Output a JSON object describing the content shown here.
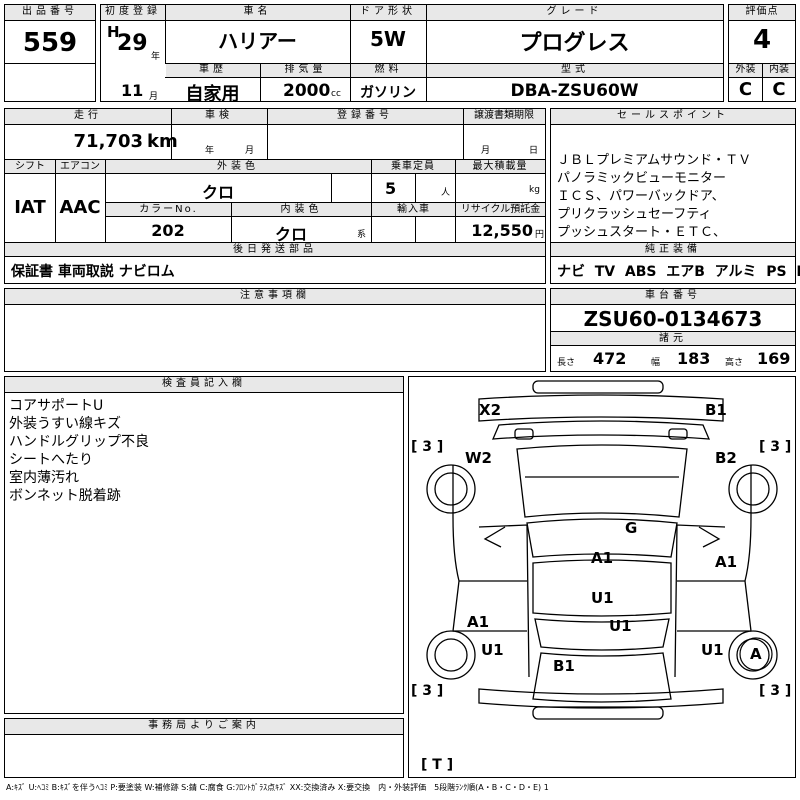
{
  "header": {
    "lot_label": "出品番号",
    "lot_number": "559",
    "first_reg_label": "初度登録",
    "era_prefix": "H",
    "year": "29",
    "year_unit": "年",
    "month": "11",
    "month_unit": "月",
    "car_name_label": "車名",
    "car_name": "ハリアー",
    "door_label": "ドア形状",
    "door": "5W",
    "grade_label": "グレード",
    "grade": "プログレス",
    "score_label": "評価点",
    "score": "4",
    "history_label": "車歴",
    "history": "自家用",
    "displacement_label": "排気量",
    "displacement": "2000",
    "displacement_unit": "cc",
    "fuel_label": "燃料",
    "fuel": "ガソリン",
    "model_label": "型式",
    "model": "DBA-ZSU60W",
    "exterior_label": "外装",
    "exterior_grade": "C",
    "interior_label": "内装",
    "interior_grade": "C"
  },
  "row2": {
    "mileage_label": "走行",
    "mileage": "71,703",
    "mileage_unit": "km",
    "inspection_label": "車検",
    "year_unit": "年",
    "month_unit": "月",
    "reg_label": "登録番号",
    "transfer_label": "譲渡書類期限",
    "month_unit2": "月",
    "day_unit": "日",
    "shift_label": "シフト",
    "shift": "IAT",
    "ac_label": "エアコン",
    "ac": "AAC",
    "ext_color_label": "外装色",
    "ext_color": "クロ",
    "capacity_label": "乗車定員",
    "capacity": "5",
    "capacity_unit": "人",
    "load_label": "最大積載量",
    "load_unit": "kg",
    "color_no_label": "カラーNo.",
    "color_no": "202",
    "int_color_label": "内装色",
    "int_color": "クロ",
    "int_color_unit": "系",
    "import_label": "輸入車",
    "recycle_label": "リサイクル預託金",
    "recycle": "12,550",
    "recycle_unit": "円",
    "later_label": "後日発送部品",
    "later": "保証書 車両取説 ナビロム"
  },
  "sales": {
    "label": "セールスポイント",
    "lines": [
      "ＪＢＬプレミアムサウンド・ＴＶ",
      "パノラミックビューモニター",
      "ＩＣＳ、パワーバックドア、",
      "プリクラッシュセーフティ",
      "プッシュスタート・ＥＴＣ、"
    ],
    "equip_label": "純正装備",
    "equip": [
      "ナビ",
      "TV",
      "ABS",
      "エアB",
      "アルミ",
      "PS",
      "PW"
    ]
  },
  "notes": {
    "label": "注意事項欄"
  },
  "chassis": {
    "label": "車台番号",
    "number": "ZSU60-0134673",
    "spec_label": "諸元",
    "length_label": "長さ",
    "length": "472",
    "width_label": "幅",
    "width": "183",
    "height_label": "高さ",
    "height": "169"
  },
  "inspector": {
    "label": "検査員記入欄",
    "lines": [
      "コアサポートU",
      "外装うすい線キズ",
      "ハンドルグリップ不良",
      "シートへたり",
      "室内薄汚れ",
      "ボンネット脱着跡"
    ]
  },
  "office": {
    "label": "事務局よりご案内"
  },
  "diagram": {
    "marks": [
      "X2",
      "B1",
      "W2",
      "B2",
      "G",
      "A1",
      "A1",
      "U1",
      "A1",
      "U1",
      "U1",
      "B1",
      "U1",
      "A"
    ],
    "tires": [
      "[ 3 ]",
      "[ 3 ]",
      "[ 3 ]",
      "[ 3 ]",
      "[ T ]"
    ]
  },
  "legend": "A:ｷｽﾞ U:ﾍｺﾐ B:ｷｽﾞを伴うﾍｺﾐ P:要塗装 W:補修跡 S:錆 C:腐食 G:ﾌﾛﾝﾄｶﾞﾗｽ点ｷｽﾞ XX:交換済み X:要交換　内・外装評価　5段階ﾗﾝｸ順(A・B・C・D・E) 1"
}
